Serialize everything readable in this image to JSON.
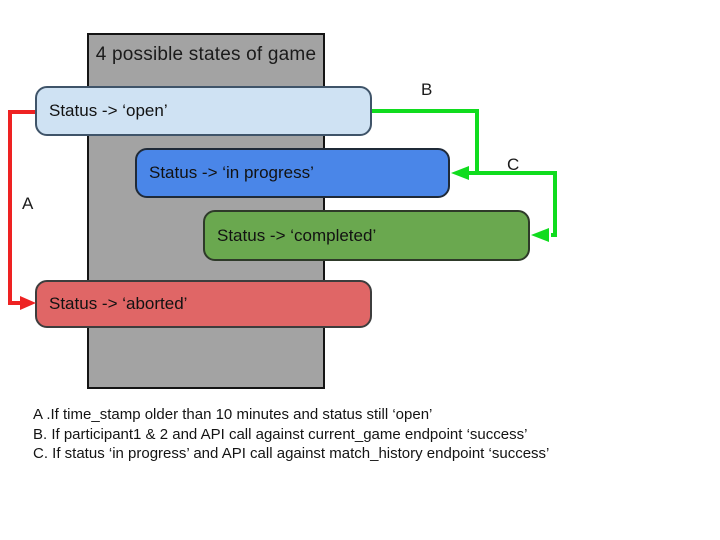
{
  "diagram": {
    "title": "4 possible states of game",
    "nodes": [
      {
        "id": "open",
        "label": "Status -> ‘open’",
        "fill": "#cfe2f3",
        "border": "#3f5469"
      },
      {
        "id": "in_progress",
        "label": "Status -> ‘in progress’",
        "fill": "#4a86e8",
        "border": "#1f2a38"
      },
      {
        "id": "completed",
        "label": "Status -> ‘completed’",
        "fill": "#6aa84f",
        "border": "#2e3a29"
      },
      {
        "id": "aborted",
        "label": "Status -> ‘aborted’",
        "fill": "#e06666",
        "border": "#3d3d3d"
      }
    ],
    "edges": [
      {
        "id": "A",
        "label": "A",
        "from": "open",
        "to": "aborted",
        "color": "#ee2222"
      },
      {
        "id": "B",
        "label": "B",
        "from": "open",
        "to": "in_progress",
        "color": "#10dc1e"
      },
      {
        "id": "C",
        "label": "C",
        "from": "in_progress",
        "to": "completed",
        "color": "#10dc1e"
      }
    ],
    "legend": [
      "A .If time_stamp older than 10 minutes and status still ‘open’",
      "B. If participant1 & 2 and API call against current_game endpoint ‘success’",
      "C. If status ‘in progress’ and API call against match_history endpoint ‘success’"
    ],
    "colors": {
      "background": "#ffffff",
      "panel_fill": "#a3a3a3",
      "panel_border": "#141414",
      "arrow_green": "#10dc1e",
      "arrow_red": "#ee2222"
    }
  }
}
